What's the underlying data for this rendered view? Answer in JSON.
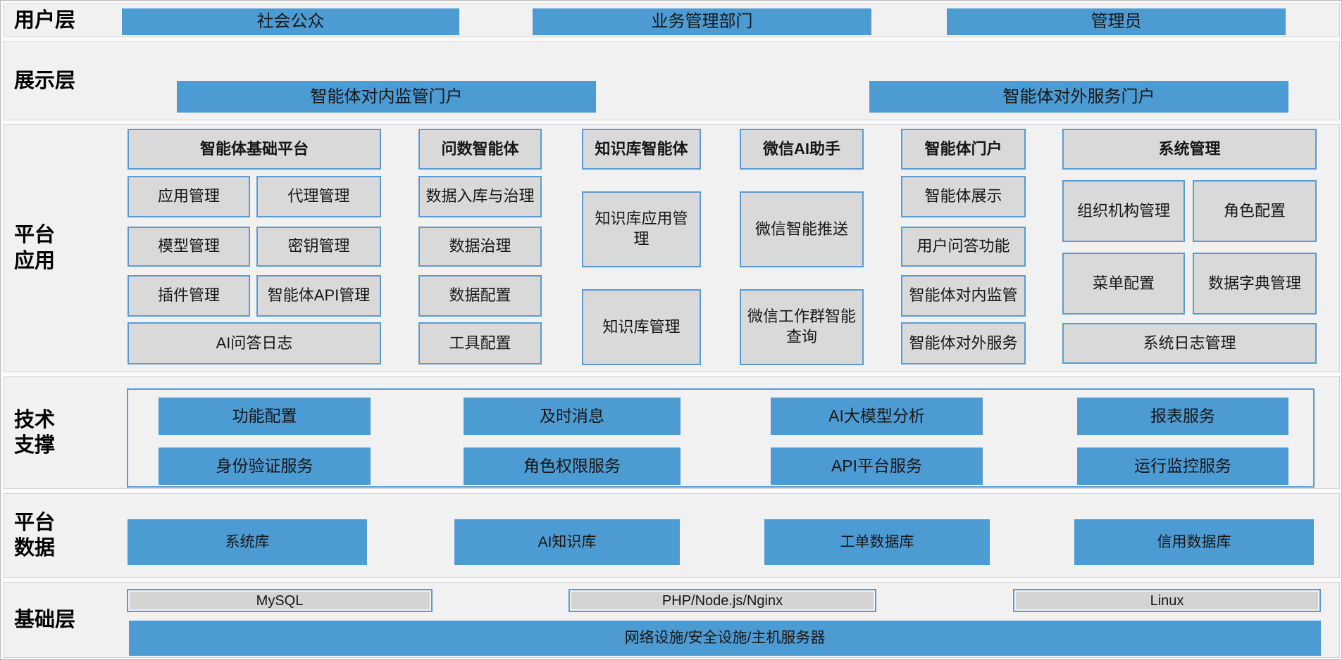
{
  "colors": {
    "blue": "#4D9BD3",
    "module_gray": "#D9D9D9",
    "border_blue": "#5B9BD5",
    "panel_bg": "#F1F1F1"
  },
  "layers": {
    "users": {
      "label": "用户层",
      "items": [
        "社会公众",
        "业务管理部门",
        "管理员"
      ]
    },
    "display": {
      "label": "展示层",
      "items": [
        "智能体对内监管门户",
        "智能体对外服务门户"
      ]
    },
    "apps": {
      "label_lines": [
        "平台",
        "应用"
      ],
      "columns": [
        {
          "header": "智能体基础平台",
          "items": [
            "应用管理",
            "代理管理",
            "模型管理",
            "密钥管理",
            "插件管理",
            "智能体API管理",
            "AI问答日志"
          ]
        },
        {
          "header": "问数智能体",
          "items": [
            "数据入库与治理",
            "数据治理",
            "数据配置",
            "工具配置"
          ]
        },
        {
          "header": "知识库智能体",
          "items": [
            "知识库应用管理",
            "知识库管理"
          ]
        },
        {
          "header": "微信AI助手",
          "items": [
            "微信智能推送",
            "微信工作群智能查询"
          ]
        },
        {
          "header": "智能体门户",
          "items": [
            "智能体展示",
            "用户问答功能",
            "智能体对内监管",
            "智能体对外服务"
          ]
        },
        {
          "header": "系统管理",
          "items": [
            "组织机构管理",
            "角色配置",
            "菜单配置",
            "数据字典管理",
            "系统日志管理"
          ]
        }
      ]
    },
    "tech": {
      "label_lines": [
        "技术",
        "支撑"
      ],
      "items": [
        "功能配置",
        "及时消息",
        "AI大模型分析",
        "报表服务",
        "身份验证服务",
        "角色权限服务",
        "API平台服务",
        "运行监控服务"
      ]
    },
    "data": {
      "label_lines": [
        "平台",
        "数据"
      ],
      "items": [
        "系统库",
        "AI知识库",
        "工单数据库",
        "信用数据库"
      ]
    },
    "base": {
      "label": "基础层",
      "items": [
        "MySQL",
        "PHP/Node.js/Nginx",
        "Linux"
      ],
      "infra": "网络设施/安全设施/主机服务器"
    }
  }
}
